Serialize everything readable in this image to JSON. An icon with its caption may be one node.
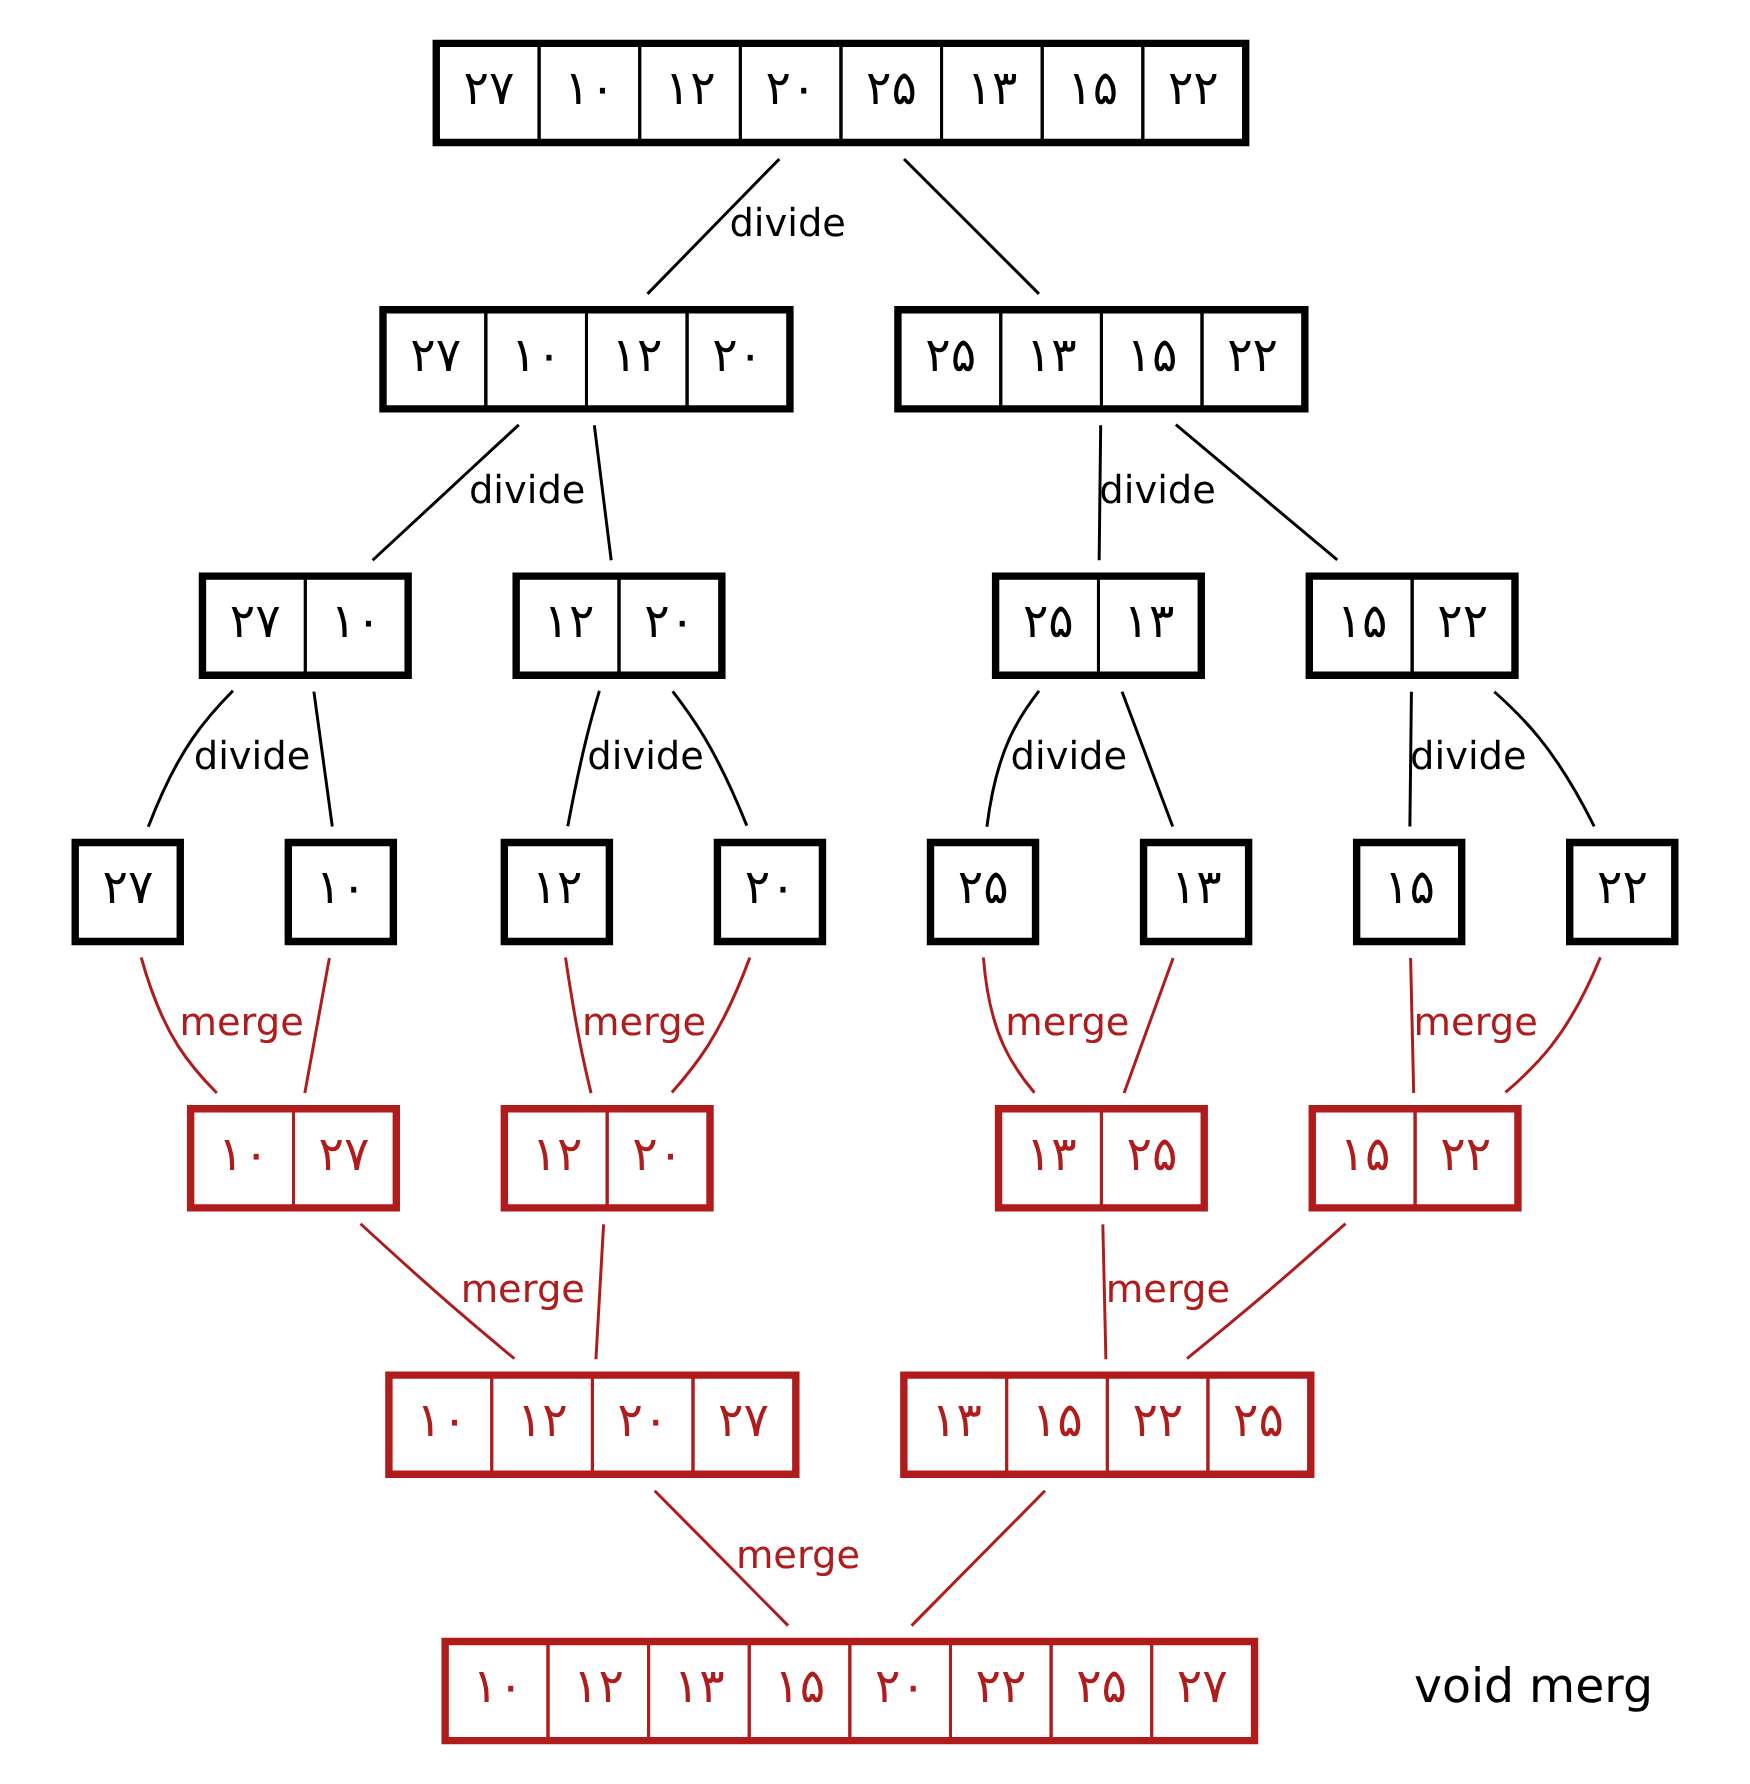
{
  "diagram": {
    "nodes": [
      {
        "text": [
          "۲۲",
          "۱۵",
          "۱۳",
          "۲۵",
          "۲۰",
          "۱۲",
          "۱۰",
          "۲۷"
        ]
      },
      {
        "text": [
          "۲۰",
          "۱۲",
          "۱۰",
          "۲۷"
        ]
      },
      {
        "text": [
          "۲۲",
          "۱۵",
          "۱۳",
          "۲۵"
        ]
      },
      {
        "text": [
          "۱۰",
          "۲۷"
        ]
      },
      {
        "text": [
          "۲۰",
          "۱۲"
        ]
      },
      {
        "text": [
          "۱۳",
          "۲۵"
        ]
      },
      {
        "text": [
          "۲۲",
          "۱۵"
        ]
      },
      {
        "text": [
          "۲۷"
        ]
      },
      {
        "text": [
          "۱۰"
        ]
      },
      {
        "text": [
          "۱۲"
        ]
      },
      {
        "text": [
          "۲۰"
        ]
      },
      {
        "text": [
          "۲۵"
        ]
      },
      {
        "text": [
          "۱۳"
        ]
      },
      {
        "text": [
          "۱۵"
        ]
      },
      {
        "text": [
          "۲۲"
        ]
      },
      {
        "text": [
          "۲۷",
          "۱۰"
        ]
      },
      {
        "text": [
          "۲۰",
          "۱۲"
        ]
      },
      {
        "text": [
          "۲۵",
          "۱۳"
        ]
      },
      {
        "text": [
          "۲۲",
          "۱۵"
        ]
      },
      {
        "text": [
          "۲۷",
          "۲۰",
          "۱۲",
          "۱۰"
        ]
      },
      {
        "text": [
          "۲۵",
          "۲۲",
          "۱۵",
          "۱۳"
        ]
      },
      {
        "text": [
          "۲۷",
          "۲۵",
          "۲۲",
          "۲۰",
          "۱۵",
          "۱۳",
          "۱۲",
          "۱۰"
        ]
      }
    ],
    "edges": [
      {
        "from": 0,
        "to": 1,
        "arrow": "none",
        "label": "divide"
      },
      {
        "from": 0,
        "to": 2,
        "arrow": "none"
      },
      {
        "from": 1,
        "to": 3,
        "arrow": "none",
        "label": "divide"
      },
      {
        "from": 1,
        "to": 4,
        "arrow": "none"
      },
      {
        "from": 2,
        "to": 5,
        "arrow": "none",
        "label": "divide"
      },
      {
        "from": 2,
        "to": 6,
        "arrow": "none"
      },
      {
        "from": 3,
        "to": 7,
        "arrow": "none",
        "label": "divide"
      },
      {
        "from": 3,
        "to": 8,
        "arrow": "none"
      },
      {
        "from": 4,
        "to": 9,
        "arrow": "none",
        "label": "divide"
      },
      {
        "from": 4,
        "to": 10,
        "arrow": "none"
      },
      {
        "from": 5,
        "to": 11,
        "arrow": "none",
        "label": "divide"
      },
      {
        "from": 5,
        "to": 12,
        "arrow": "none"
      },
      {
        "from": 6,
        "to": 13,
        "arrow": "none",
        "label": "divide"
      },
      {
        "from": 6,
        "to": 14,
        "arrow": "none"
      },
      {
        "from": 7,
        "to": 15,
        "arrow": "none",
        "label": "merge",
        "color": "#b01c1c"
      },
      {
        "from": 8,
        "to": 15,
        "arrow": "none",
        "color": "#b01c1c"
      },
      {
        "from": 9,
        "to": 16,
        "arrow": "none",
        "label": "merge",
        "color": "#b01c1c"
      },
      {
        "from": 10,
        "to": 16,
        "arrow": "none",
        "color": "#b01c1c"
      },
      {
        "from": 11,
        "to": 17,
        "arrow": "none",
        "label": "merge",
        "color": "#b01c1c"
      },
      {
        "from": 12,
        "to": 17,
        "arrow": "none",
        "color": "#b01c1c"
      },
      {
        "from": 13,
        "to": 18,
        "arrow": "none",
        "label": "merge",
        "color": "#b01c1c"
      },
      {
        "from": 14,
        "to": 18,
        "arrow": "none",
        "color": "#b01c1c"
      },
      {
        "from": 15,
        "to": 19,
        "arrow": "none",
        "label": "merge",
        "color": "#b01c1c"
      },
      {
        "from": 16,
        "to": 19,
        "arrow": "none",
        "color": "#b01c1c"
      },
      {
        "from": 17,
        "to": 20,
        "arrow": "none",
        "label": "merge",
        "color": "#b01c1c"
      },
      {
        "from": 18,
        "to": 20,
        "arrow": "none",
        "color": "#b01c1c"
      },
      {
        "from": 19,
        "to": 21,
        "arrow": "none",
        "label": "merge",
        "color": "#b01c1c"
      },
      {
        "from": 20,
        "to": 21,
        "arrow": "none",
        "color": "#b01c1c"
      }
    ],
    "labels": [
      "void merg"
    ]
  }
}
